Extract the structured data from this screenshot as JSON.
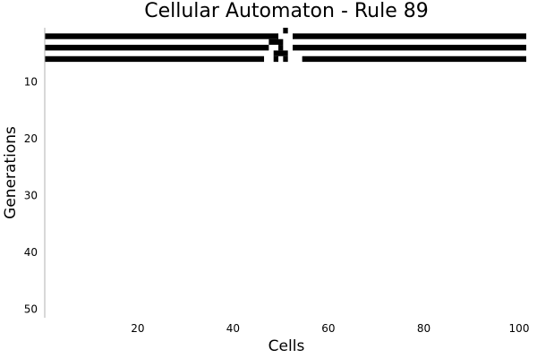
{
  "chart_data": {
    "type": "heatmap",
    "title": "Cellular Automaton - Rule 89",
    "xlabel": "Cells",
    "ylabel": "Generations",
    "xlim": [
      0.5,
      101.5
    ],
    "ylim": [
      0.5,
      51.5
    ],
    "xticks": [
      20,
      40,
      60,
      80,
      100
    ],
    "yticks": [
      10,
      20,
      30,
      40,
      50
    ],
    "grid": false,
    "generations": [
      {
        "gen": 1,
        "live_cells": [
          [
            51,
            51
          ]
        ]
      },
      {
        "gen": 2,
        "live_cells": [
          [
            1,
            49
          ],
          [
            53,
            101
          ]
        ]
      },
      {
        "gen": 3,
        "live_cells": [
          [
            48,
            50
          ]
        ]
      },
      {
        "gen": 4,
        "live_cells": [
          [
            1,
            47
          ],
          [
            50,
            50
          ],
          [
            53,
            101
          ]
        ]
      },
      {
        "gen": 5,
        "live_cells": [
          [
            49,
            51
          ]
        ]
      },
      {
        "gen": 6,
        "live_cells": [
          [
            1,
            46
          ],
          [
            49,
            49
          ],
          [
            51,
            51
          ],
          [
            55,
            101
          ]
        ]
      }
    ]
  }
}
